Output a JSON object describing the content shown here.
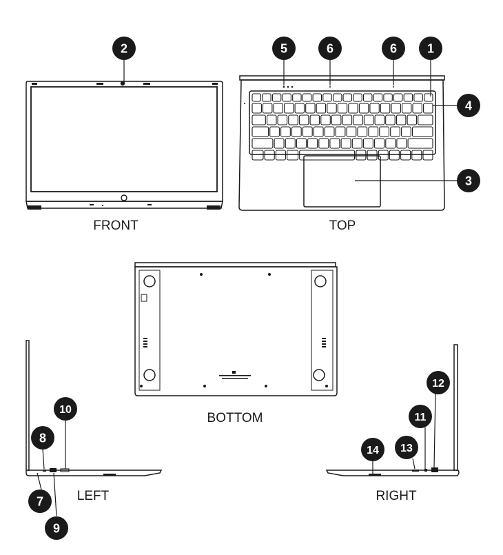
{
  "views": {
    "front": "FRONT",
    "top": "TOP",
    "bottom": "BOTTOM",
    "left": "LEFT",
    "right": "RIGHT"
  },
  "callouts": [
    "1",
    "2",
    "3",
    "4",
    "5",
    "6",
    "6",
    "7",
    "8",
    "9",
    "10",
    "11",
    "12",
    "13",
    "14"
  ],
  "colors": {
    "line": "#1a1a1a",
    "marker": "#1a1a1a",
    "marker_text": "#ffffff",
    "background": "#ffffff"
  }
}
